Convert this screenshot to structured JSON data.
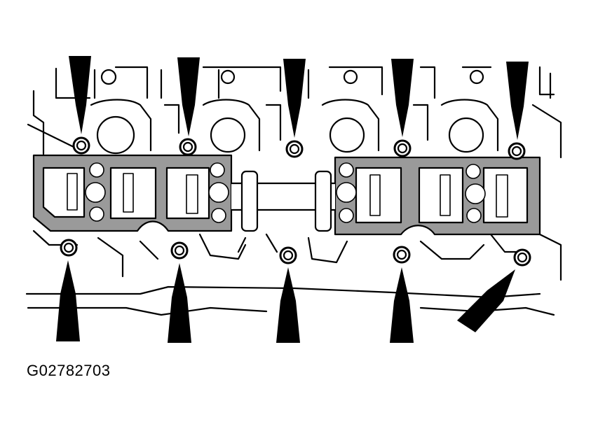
{
  "figure": {
    "id_label": "G02782703",
    "colors": {
      "ink": "#000000",
      "paper": "#ffffff",
      "shade": "#9a9a9a"
    },
    "arrow_icon": "filled-black-arrow",
    "bolt_icon": "bolt-head-circle",
    "upper_bolts_count": 5,
    "lower_bolts_count": 5
  }
}
